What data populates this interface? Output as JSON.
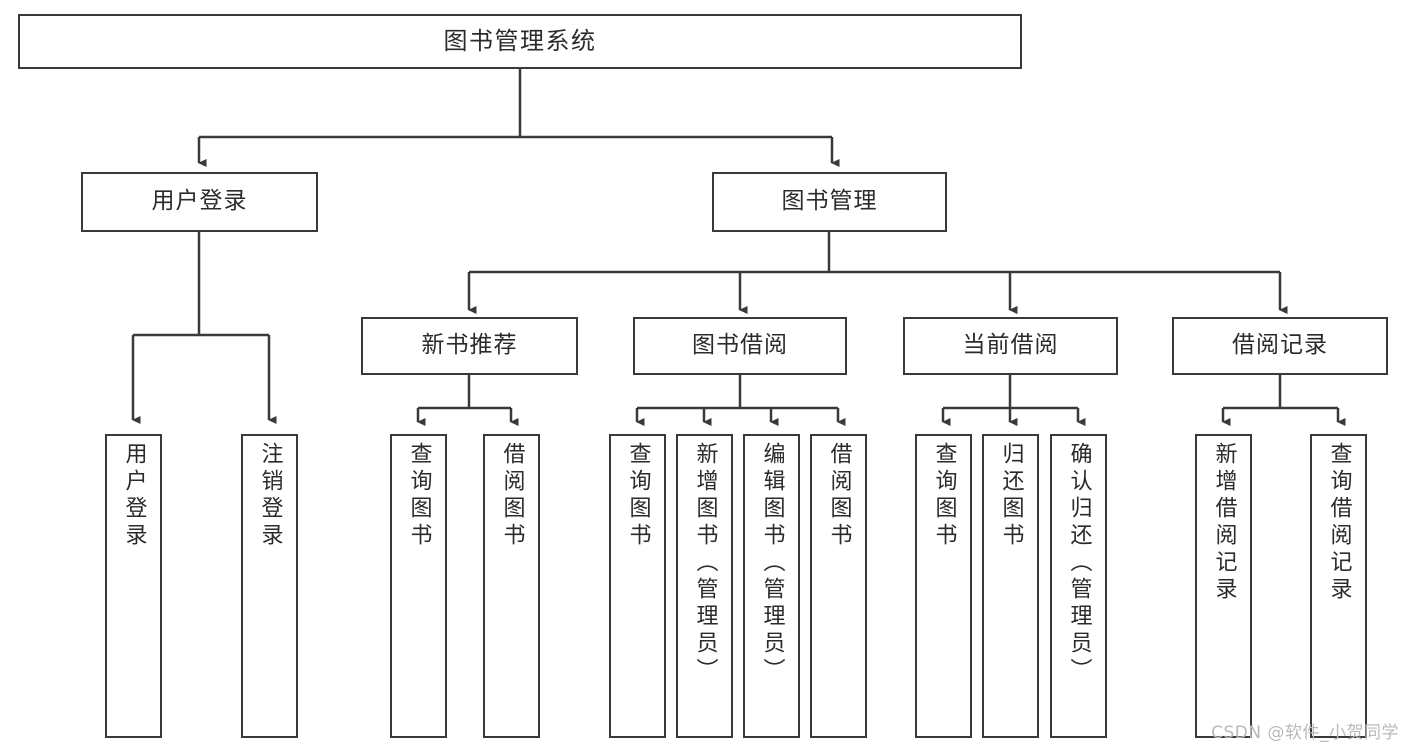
{
  "diagram": {
    "title": "图书管理系统",
    "type": "tree-hierarchy-diagram",
    "colors": {
      "stroke": "#3a3a3a",
      "text": "#2b2b2b",
      "background": "#ffffff",
      "watermark": "#b9b9b9"
    },
    "root": {
      "label": "图书管理系统"
    },
    "level1": [
      {
        "label": "用户登录"
      },
      {
        "label": "图书管理"
      }
    ],
    "level2": [
      {
        "label": "新书推荐"
      },
      {
        "label": "图书借阅"
      },
      {
        "label": "当前借阅"
      },
      {
        "label": "借阅记录"
      }
    ],
    "leaves": {
      "user_login": [
        {
          "label": "用户登录"
        },
        {
          "label": "注销登录"
        }
      ],
      "new_book_recommend": [
        {
          "label": "查询图书"
        },
        {
          "label": "借阅图书"
        }
      ],
      "book_borrow": [
        {
          "label": "查询图书"
        },
        {
          "label": "新增图书（管理员）"
        },
        {
          "label": "编辑图书（管理员）"
        },
        {
          "label": "借阅图书"
        }
      ],
      "current_borrow": [
        {
          "label": "查询图书"
        },
        {
          "label": "归还图书"
        },
        {
          "label": "确认归还（管理员）"
        }
      ],
      "borrow_record": [
        {
          "label": "新增借阅记录"
        },
        {
          "label": "查询借阅记录"
        }
      ]
    }
  },
  "watermark": {
    "text": "CSDN @软件_小贺同学"
  }
}
